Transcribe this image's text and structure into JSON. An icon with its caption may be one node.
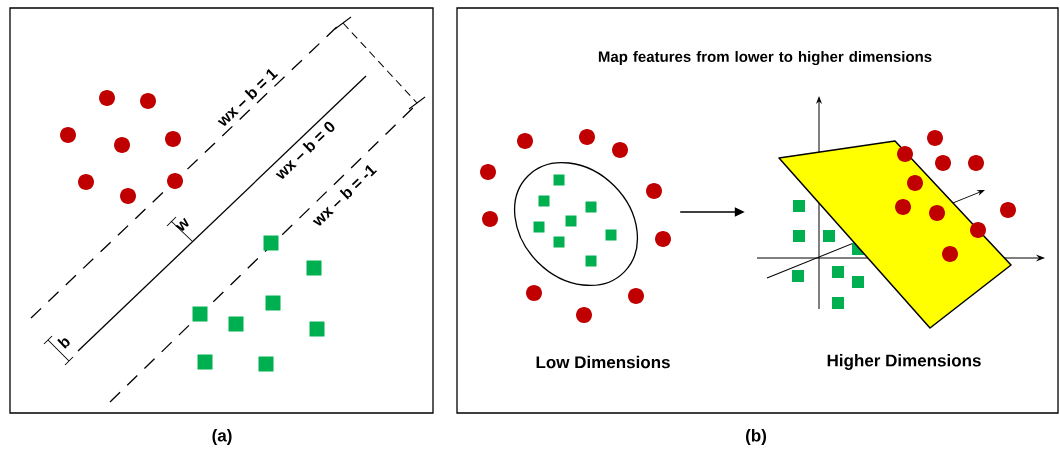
{
  "diagram": {
    "nodes": [
      {
        "text": [],
        "shape": "picture",
        "beside": [
          "Low Dimensions"
        ]
      },
      {
        "text": [],
        "shape": "picture",
        "beside": [
          "Higher Dimensions"
        ]
      }
    ],
    "edges": [
      {
        "from": 0,
        "to": 1,
        "arrow": "to"
      }
    ],
    "labels": [
      "wx – b = 1",
      "wx – b = 0",
      "wx – b = -1",
      "w",
      "b",
      "(a)",
      "Map features from lower to higher dimensions",
      "(b)"
    ]
  }
}
